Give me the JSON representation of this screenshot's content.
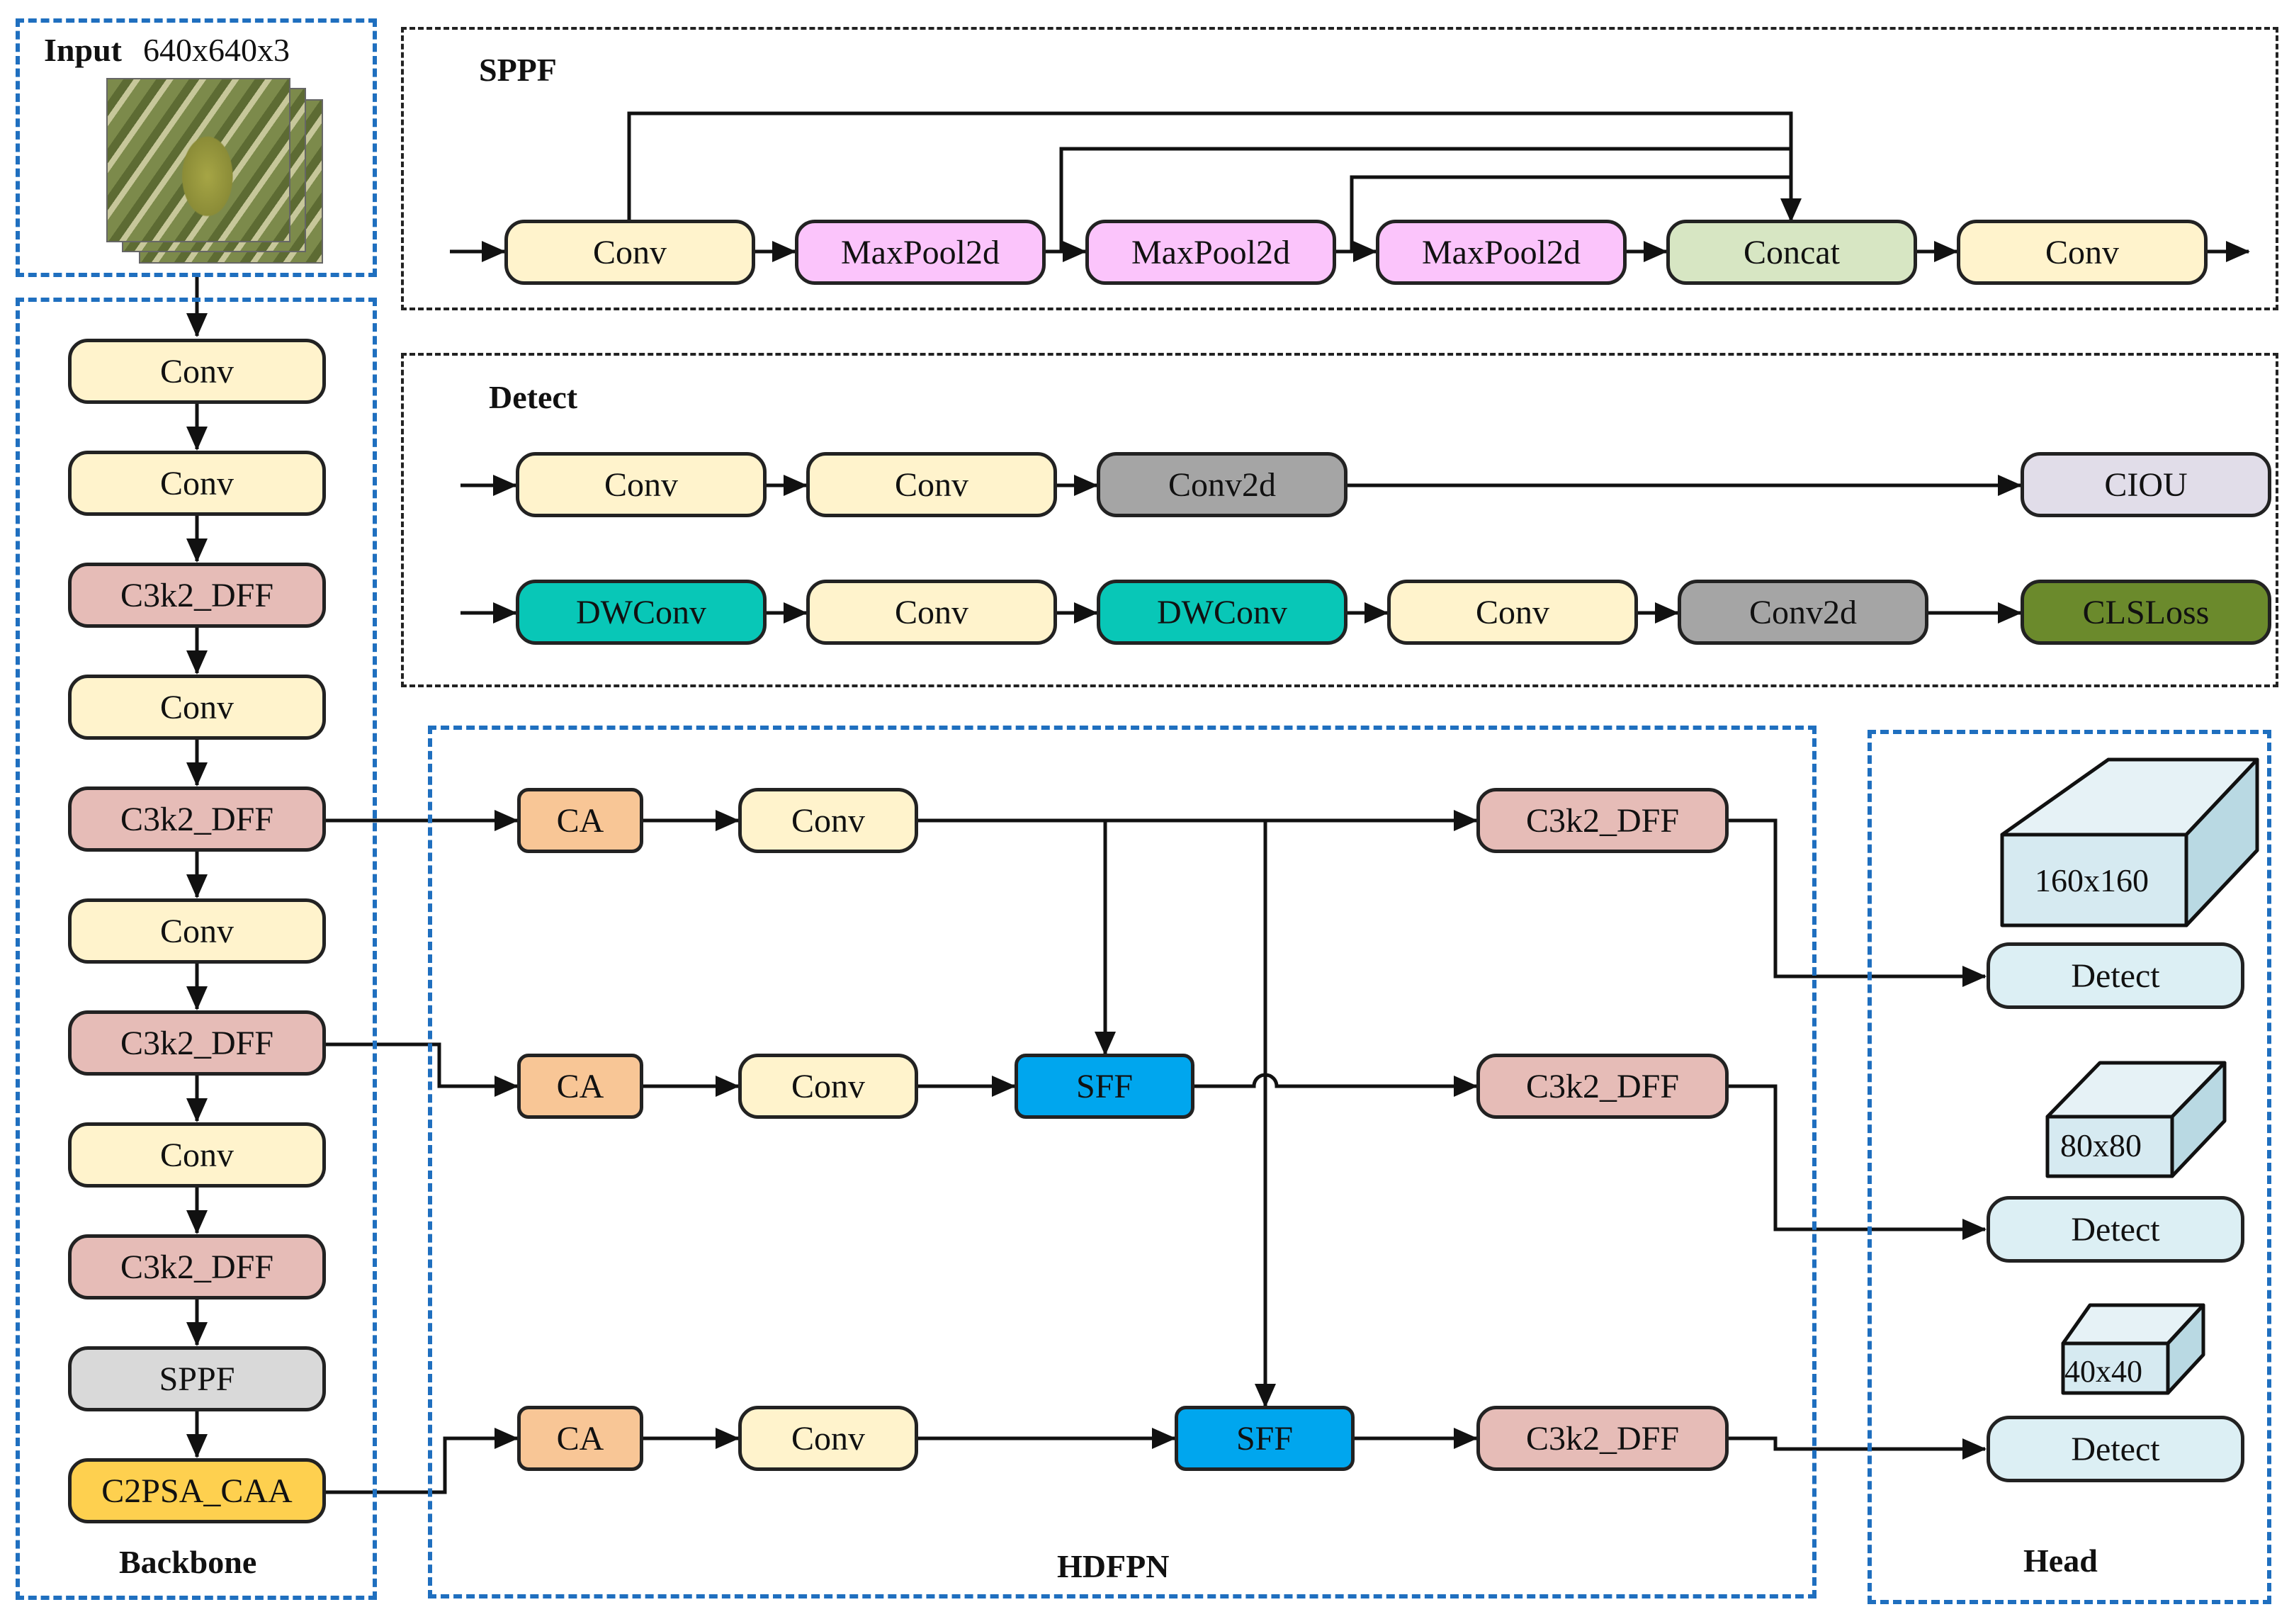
{
  "input": {
    "label": "Input",
    "size": "640x640x3"
  },
  "backbone": {
    "title": "Backbone",
    "blocks": [
      "Conv",
      "Conv",
      "C3k2_DFF",
      "Conv",
      "C3k2_DFF",
      "Conv",
      "C3k2_DFF",
      "Conv",
      "C3k2_DFF",
      "SPPF",
      "C2PSA_CAA"
    ]
  },
  "sppf": {
    "title": "SPPF",
    "blocks": [
      "Conv",
      "MaxPool2d",
      "MaxPool2d",
      "MaxPool2d",
      "Concat",
      "Conv"
    ]
  },
  "detect": {
    "title": "Detect",
    "row1": [
      "Conv",
      "Conv",
      "Conv2d",
      "CIOU"
    ],
    "row2": [
      "DWConv",
      "Conv",
      "DWConv",
      "Conv",
      "Conv2d",
      "CLSLoss"
    ]
  },
  "hdfpn": {
    "title": "HDFPN",
    "row1": {
      "ca": "CA",
      "conv": "Conv",
      "c3k2": "C3k2_DFF"
    },
    "row2": {
      "ca": "CA",
      "conv": "Conv",
      "sff": "SFF",
      "c3k2": "C3k2_DFF"
    },
    "row3": {
      "ca": "CA",
      "conv": "Conv",
      "sff": "SFF",
      "c3k2": "C3k2_DFF"
    }
  },
  "head": {
    "title": "Head",
    "scales": [
      "160x160",
      "80x80",
      "40x40"
    ],
    "detect_labels": [
      "Detect",
      "Detect",
      "Detect"
    ]
  },
  "colors": {
    "backbone_border": "#1f6fbf",
    "conv": "#fff3cc",
    "c3k2_dff": "#e6bcb7",
    "maxpool2d": "#fbc4fb",
    "concat": "#d7e6c3",
    "conv2d": "#a5a5a5",
    "ciou": "#e1dde9",
    "dwconv": "#08c7b7",
    "clsloss": "#6b8a2c",
    "sppf": "#d9d9d9",
    "c2psa_caa": "#fed04f",
    "ca": "#f8c696",
    "sff": "#00a6ee",
    "detect": "#dceff4",
    "cube": "#cfe6ee"
  }
}
